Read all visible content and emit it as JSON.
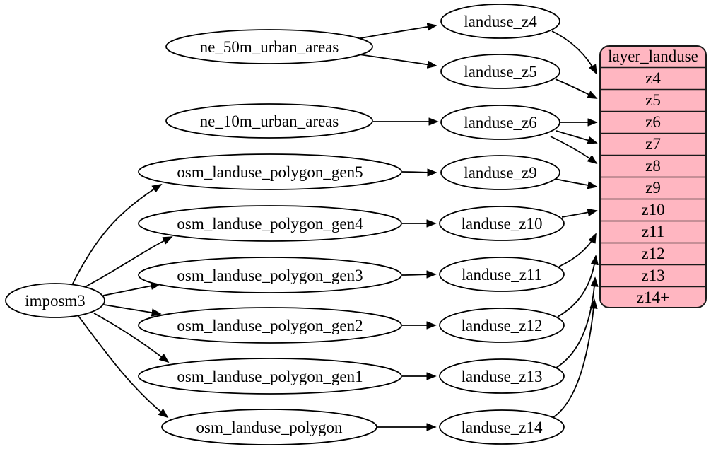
{
  "diagram": {
    "type": "graphviz-digraph",
    "colors": {
      "background": "#ffffff",
      "node_fill": "#ffffff",
      "record_fill": "#ffb6c1",
      "stroke": "#000000"
    },
    "nodes": {
      "imposm3": "imposm3",
      "ne_50m_urban_areas": "ne_50m_urban_areas",
      "ne_10m_urban_areas": "ne_10m_urban_areas",
      "osm_landuse_polygon_gen5": "osm_landuse_polygon_gen5",
      "osm_landuse_polygon_gen4": "osm_landuse_polygon_gen4",
      "osm_landuse_polygon_gen3": "osm_landuse_polygon_gen3",
      "osm_landuse_polygon_gen2": "osm_landuse_polygon_gen2",
      "osm_landuse_polygon_gen1": "osm_landuse_polygon_gen1",
      "osm_landuse_polygon": "osm_landuse_polygon",
      "landuse_z4": "landuse_z4",
      "landuse_z5": "landuse_z5",
      "landuse_z6": "landuse_z6",
      "landuse_z9": "landuse_z9",
      "landuse_z10": "landuse_z10",
      "landuse_z11": "landuse_z11",
      "landuse_z12": "landuse_z12",
      "landuse_z13": "landuse_z13",
      "landuse_z14": "landuse_z14"
    },
    "record": {
      "title": "layer_landuse",
      "rows": [
        "z4",
        "z5",
        "z6",
        "z7",
        "z8",
        "z9",
        "z10",
        "z11",
        "z12",
        "z13",
        "z14+"
      ]
    },
    "edges": [
      {
        "from": "imposm3",
        "to": "osm_landuse_polygon_gen5"
      },
      {
        "from": "imposm3",
        "to": "osm_landuse_polygon_gen4"
      },
      {
        "from": "imposm3",
        "to": "osm_landuse_polygon_gen3"
      },
      {
        "from": "imposm3",
        "to": "osm_landuse_polygon_gen2"
      },
      {
        "from": "imposm3",
        "to": "osm_landuse_polygon_gen1"
      },
      {
        "from": "imposm3",
        "to": "osm_landuse_polygon"
      },
      {
        "from": "ne_50m_urban_areas",
        "to": "landuse_z4"
      },
      {
        "from": "ne_50m_urban_areas",
        "to": "landuse_z5"
      },
      {
        "from": "ne_10m_urban_areas",
        "to": "landuse_z6"
      },
      {
        "from": "osm_landuse_polygon_gen5",
        "to": "landuse_z9"
      },
      {
        "from": "osm_landuse_polygon_gen4",
        "to": "landuse_z10"
      },
      {
        "from": "osm_landuse_polygon_gen3",
        "to": "landuse_z11"
      },
      {
        "from": "osm_landuse_polygon_gen2",
        "to": "landuse_z12"
      },
      {
        "from": "osm_landuse_polygon_gen1",
        "to": "landuse_z13"
      },
      {
        "from": "osm_landuse_polygon",
        "to": "landuse_z14"
      },
      {
        "from": "landuse_z4",
        "to": "layer_landuse:z4"
      },
      {
        "from": "landuse_z5",
        "to": "layer_landuse:z5"
      },
      {
        "from": "landuse_z6",
        "to": "layer_landuse:z6"
      },
      {
        "from": "landuse_z6",
        "to": "layer_landuse:z7"
      },
      {
        "from": "landuse_z6",
        "to": "layer_landuse:z8"
      },
      {
        "from": "landuse_z9",
        "to": "layer_landuse:z9"
      },
      {
        "from": "landuse_z10",
        "to": "layer_landuse:z10"
      },
      {
        "from": "landuse_z11",
        "to": "layer_landuse:z11"
      },
      {
        "from": "landuse_z12",
        "to": "layer_landuse:z12"
      },
      {
        "from": "landuse_z13",
        "to": "layer_landuse:z13"
      },
      {
        "from": "landuse_z14",
        "to": "layer_landuse:z14+"
      }
    ]
  }
}
